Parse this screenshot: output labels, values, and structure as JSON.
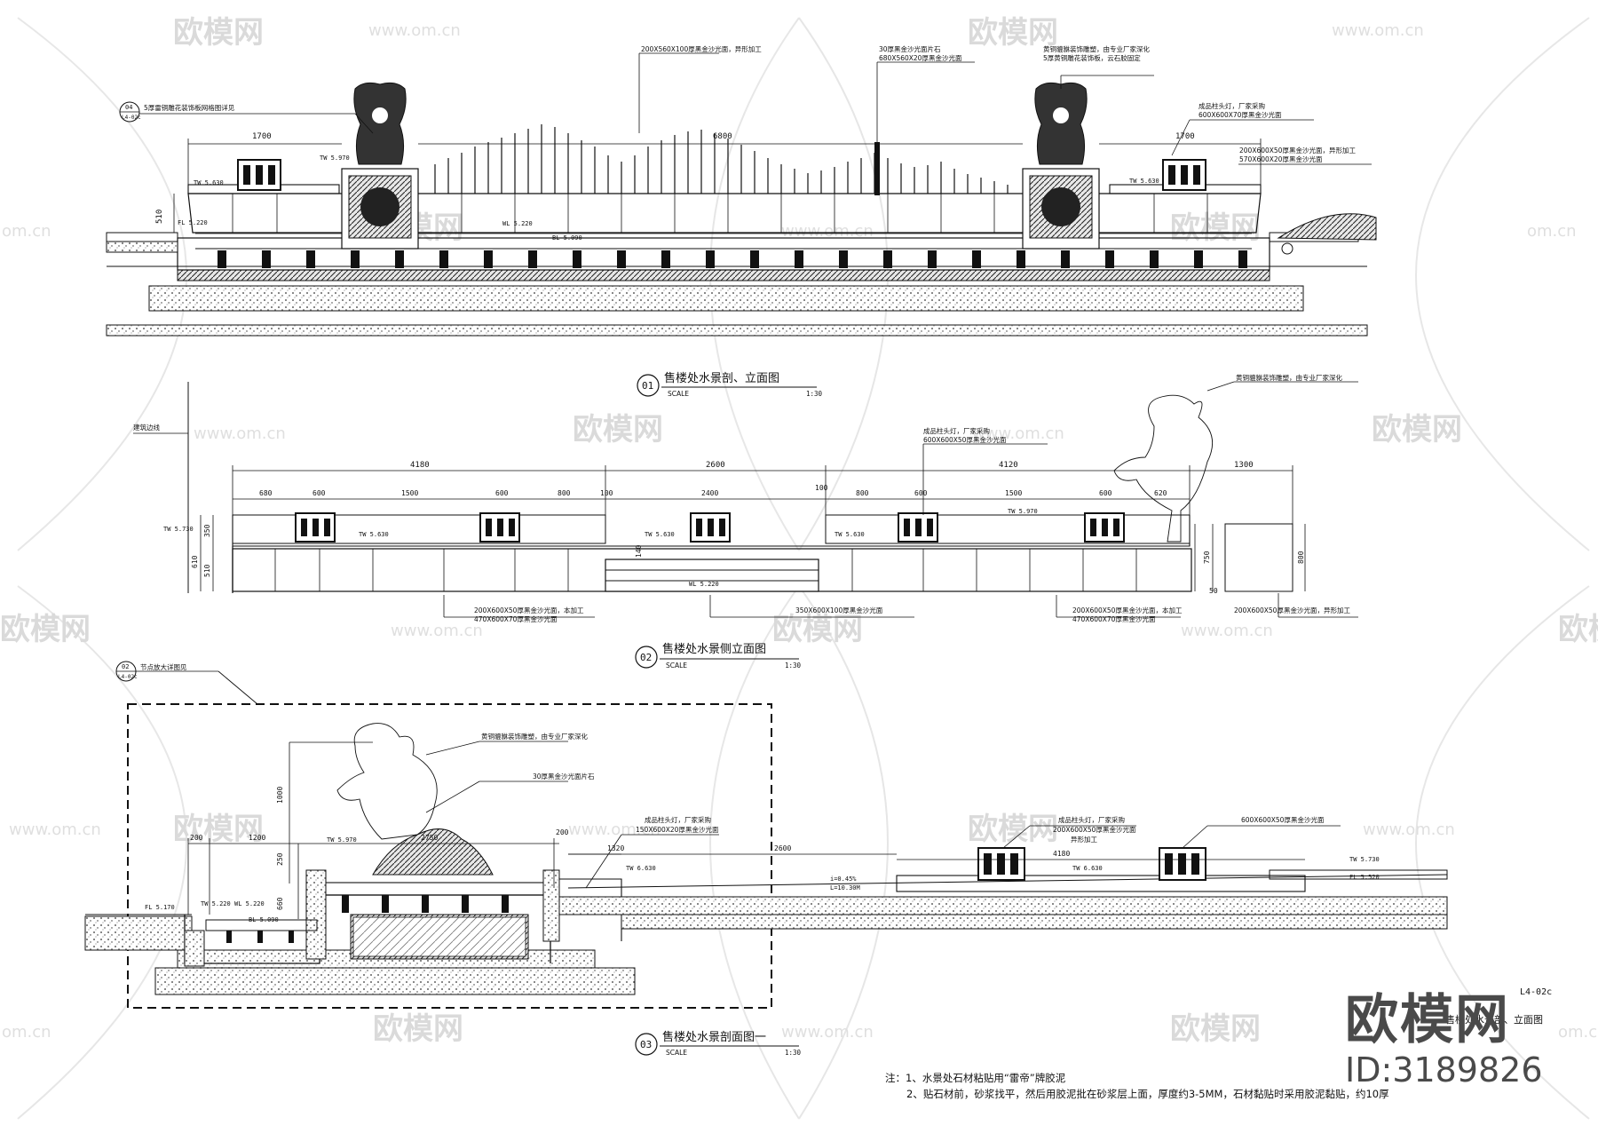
{
  "watermark": {
    "brand": "欧模网",
    "url": "www.om.cn",
    "url_short": "om.cn"
  },
  "brand_badge": {
    "name": "欧模网",
    "id": "ID:3189826"
  },
  "sheet": {
    "sheet_no": "L4-02c",
    "sheet_title": "售楼处水景剖、立面图"
  },
  "drawings": [
    {
      "no": "01",
      "title": "售楼处水景剖、立面图",
      "scale_label": "SCALE",
      "scale": "1:30"
    },
    {
      "no": "02",
      "title": "售楼处水景侧立面图",
      "scale_label": "SCALE",
      "scale": "1:30"
    },
    {
      "no": "03",
      "title": "售楼处水景剖面图一",
      "scale_label": "SCALE",
      "scale": "1:30"
    }
  ],
  "details": [
    {
      "no": "04",
      "sheet": "L4-02c",
      "text": "5厚雷铜雕花装饰板网格图详见"
    },
    {
      "no": "02",
      "sheet": "L4-02c",
      "text": "节点放大详图见"
    }
  ],
  "d1": {
    "dims": [
      "1700",
      "6800",
      "1700",
      "510"
    ],
    "levels": [
      "TW 5.970",
      "TW 5.630",
      "TW 5.630",
      "WL 5.220",
      "FL 5.220",
      "BL 5.090"
    ],
    "callouts": [
      "200X560X100厚黑金沙光面，异形加工",
      "30厚黑金沙光面片石",
      "680X560X20厚黑金沙光面",
      "黄铜貔貅装饰雕塑，由专业厂家深化",
      "5厚黄铜雕花装饰板，云石胶固定",
      "成品柱头灯，厂家采购",
      "600X600X70厚黑金沙光面",
      "200X600X50厚黑金沙光面，异形加工",
      "570X600X20厚黑金沙光面"
    ]
  },
  "d2": {
    "dims_top": [
      "4180",
      "2600",
      "4120",
      "1300"
    ],
    "dims_mid": [
      "680",
      "600",
      "1500",
      "600",
      "800",
      "100",
      "2400",
      "100",
      "800",
      "600",
      "1500",
      "600",
      "620"
    ],
    "dims_side": [
      "350",
      "510",
      "610",
      "140",
      "750",
      "800",
      "50"
    ],
    "levels": [
      "TW 5.730",
      "TW 5.630",
      "TW 5.630",
      "TW 5.630",
      "TW 5.970",
      "WL 5.220"
    ],
    "callouts": [
      "建筑边线",
      "黄铜貔貅装饰雕塑，由专业厂家深化",
      "成品柱头灯，厂家采购",
      "600X600X50厚黑金沙光面",
      "200X600X50厚黑金沙光面，本加工",
      "470X600X70厚黑金沙光面",
      "350X600X100厚黑金沙光面",
      "200X600X50厚黑金沙光面，本加工",
      "470X600X70厚黑金沙光面",
      "200X600X50厚黑金沙光面，异形加工"
    ]
  },
  "d3": {
    "dims": [
      "1000",
      "200",
      "1200",
      "2750",
      "200",
      "1320",
      "2600",
      "4180",
      "250",
      "660"
    ],
    "levels": [
      "TW 5.970",
      "FL 5.170",
      "TW 5.220",
      "WL 5.220",
      "BL 5.090",
      "TW 6.630",
      "TW 6.630",
      "TW 5.730",
      "FL 5.520"
    ],
    "slopes": [
      "i=0.45%",
      "L=10.30M"
    ],
    "callouts": [
      "黄铜貔貅装饰雕塑，由专业厂家深化",
      "30厚黑金沙光面片石",
      "成品柱头灯，厂家采购",
      "150X600X20厚黑金沙光面",
      "成品柱头灯，厂家采购",
      "200X600X50厚黑金沙光面",
      "异形加工",
      "600X600X50厚黑金沙光面"
    ]
  },
  "notes": {
    "label": "注：",
    "lines": [
      "1、水景处石材粘贴用“雷帝”牌胶泥",
      "2、贴石材前，砂浆找平，然后用胶泥批在砂浆层上面，厚度约3-5MM，石材黏贴时采用胶泥黏贴，约10厚"
    ]
  }
}
